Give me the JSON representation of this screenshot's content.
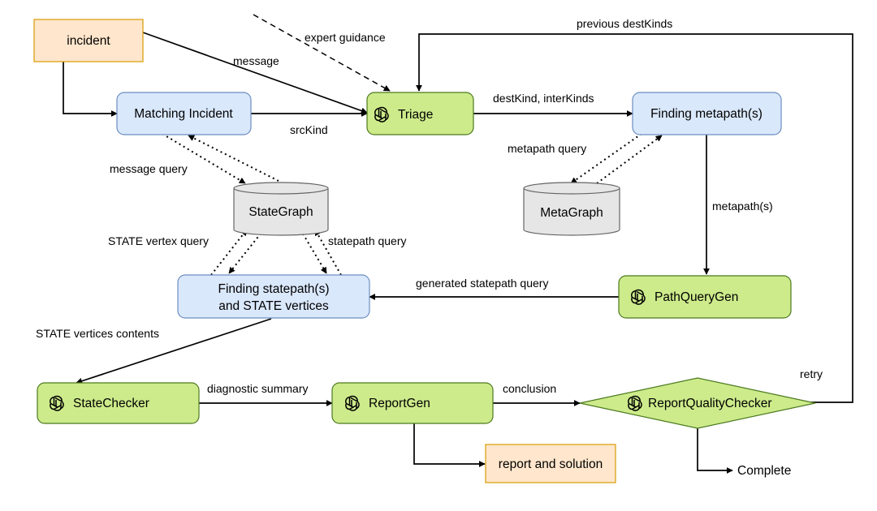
{
  "nodes": {
    "incident": "incident",
    "matching_incident": "Matching Incident",
    "triage": "Triage",
    "finding_metapath": "Finding metapath(s)",
    "stategraph": "StateGraph",
    "metagraph": "MetaGraph",
    "finding_statepath_line1": "Finding statepath(s)",
    "finding_statepath_line2": "and STATE vertices",
    "pathquerygen": "PathQueryGen",
    "statechecker": "StateChecker",
    "reportgen": "ReportGen",
    "reportqualitychecker": "ReportQualityChecker",
    "report_and_solution": "report and solution",
    "complete": "Complete"
  },
  "edges": {
    "expert_guidance": "expert guidance",
    "message": "message",
    "previous_destkinds": "previous destKinds",
    "destkind_interkinds": "destKind, interKinds",
    "srckind": "srcKind",
    "message_query": "message query",
    "metapath_query": "metapath query",
    "metapaths": "metapath(s)",
    "state_vertex_query": "STATE vertex query",
    "statepath_query": "statepath query",
    "generated_statepath_query": "generated statepath query",
    "state_vertices_contents": "STATE vertices contents",
    "diagnostic_summary": "diagnostic summary",
    "conclusion": "conclusion",
    "retry": "retry"
  },
  "colors": {
    "input_fill": "#ffe6cc",
    "input_stroke": "#d79b00",
    "process_fill": "#dae8fc",
    "process_stroke": "#6c8ebf",
    "llm_fill": "#cdeb8b",
    "llm_stroke": "#4d7a1f",
    "db_fill": "#e6e6e6",
    "db_stroke": "#666666"
  },
  "icons": {
    "llm_agent": "openai-logo-icon"
  }
}
